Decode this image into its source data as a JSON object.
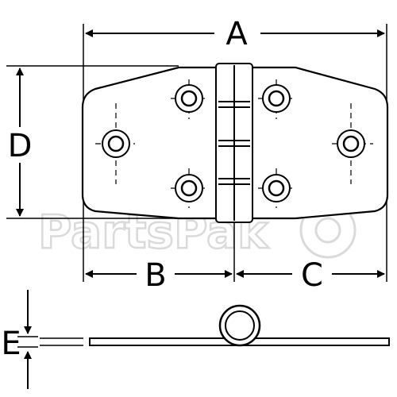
{
  "diagram": {
    "dimensions": {
      "a": "A",
      "b": "B",
      "c": "C",
      "d": "D",
      "e": "E"
    },
    "watermark": "PartsPak"
  }
}
